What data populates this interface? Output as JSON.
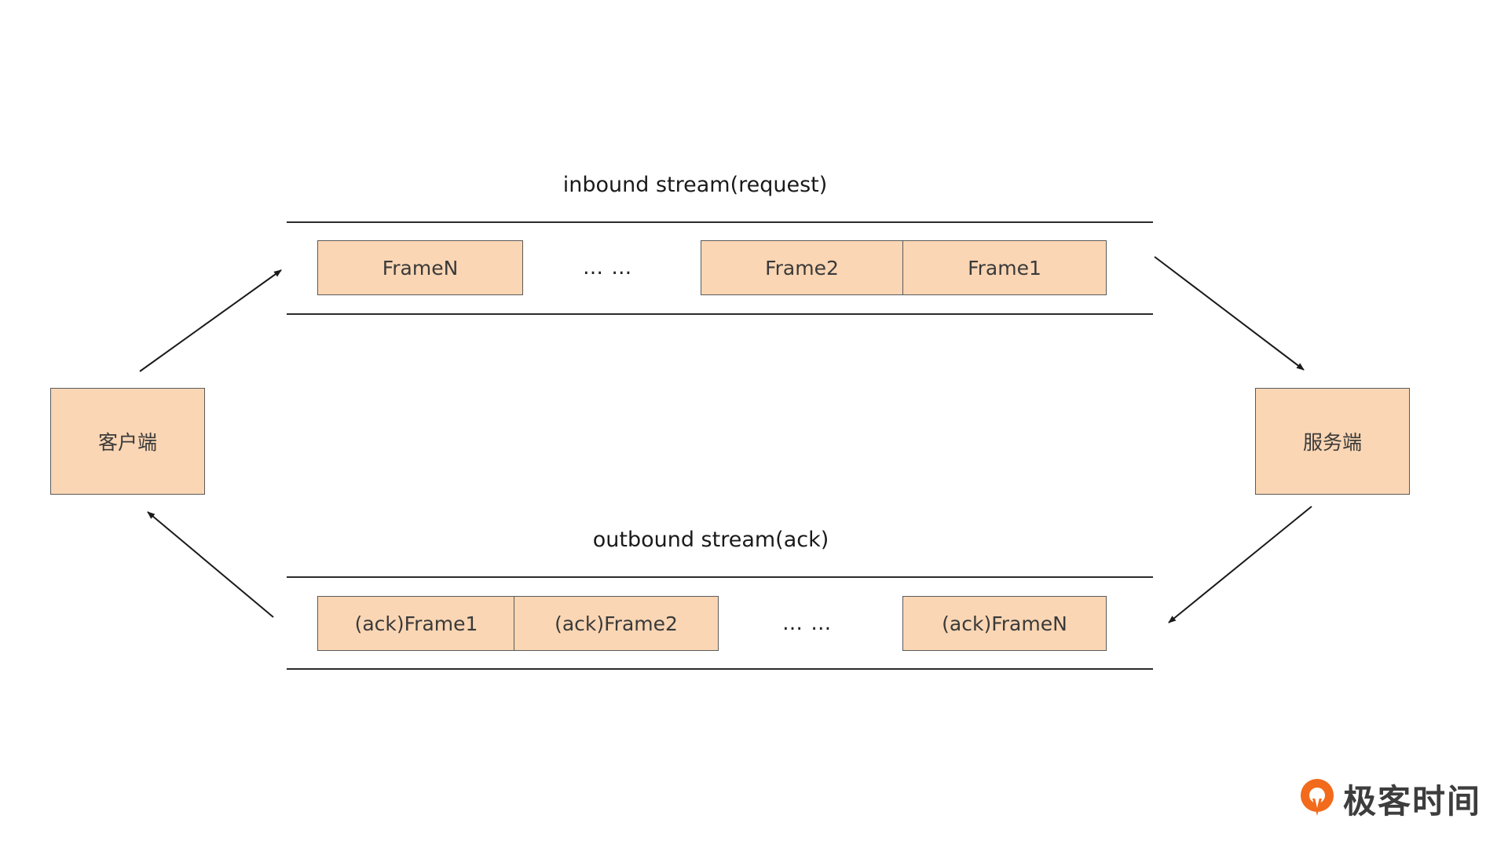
{
  "inbound": {
    "title": "inbound stream(request)",
    "frames": [
      "FrameN",
      "Frame2",
      "Frame1"
    ],
    "ellipsis": "… …"
  },
  "outbound": {
    "title": "outbound stream(ack)",
    "frames": [
      "(ack)Frame1",
      "(ack)Frame2",
      "(ack)FrameN"
    ],
    "ellipsis": "… …"
  },
  "nodes": {
    "client": "客户端",
    "server": "服务端"
  },
  "logo": {
    "text": "极客时间",
    "icon": "geektime-logo-icon",
    "accent_color": "#f26a1b"
  },
  "colors": {
    "box_fill": "#fad6b4",
    "box_border": "#5a5a5a",
    "line": "#2b2b2b"
  }
}
